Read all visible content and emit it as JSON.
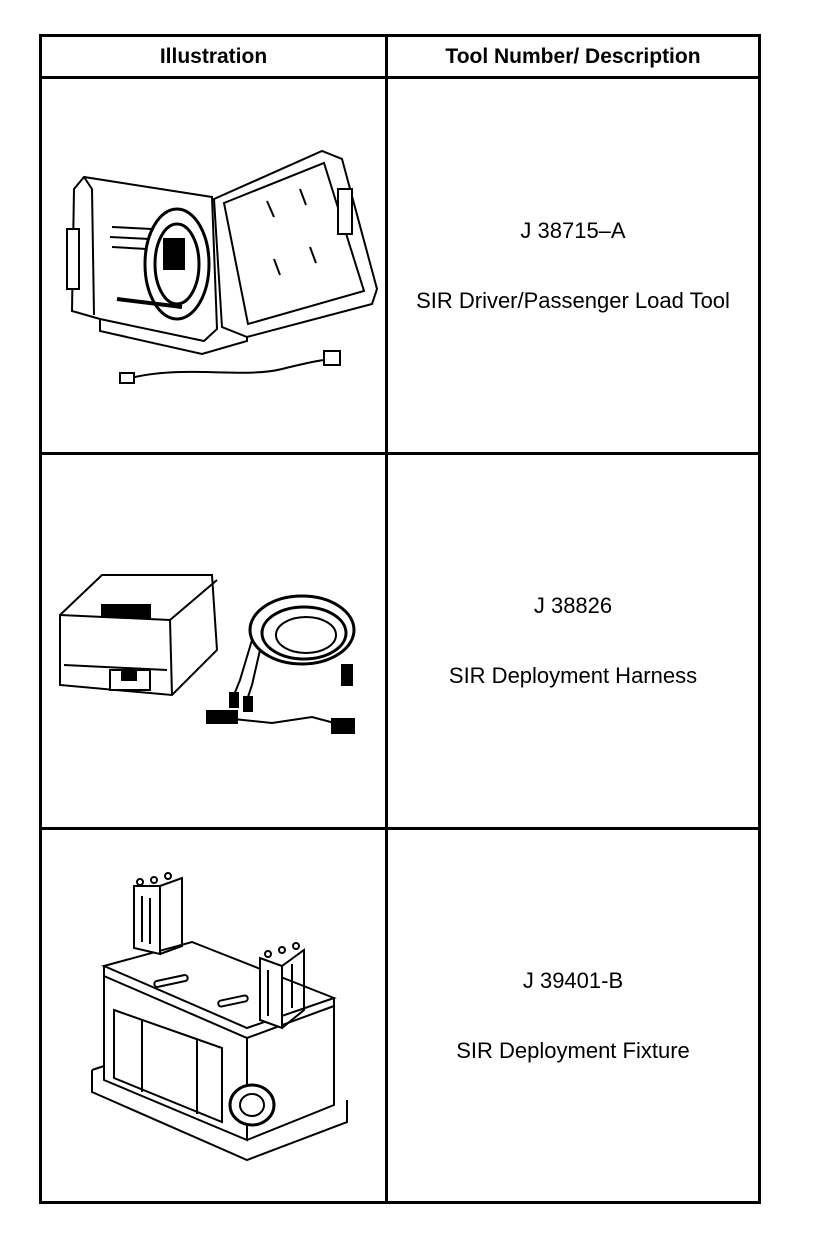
{
  "table": {
    "headers": {
      "illustration": "Illustration",
      "tool_description": "Tool Number/ Description"
    },
    "rows": [
      {
        "tool_number": "J 38715–A",
        "description": "SIR Driver/Passenger Load Tool",
        "illustration_icon": "load-tool-case-illustration"
      },
      {
        "tool_number": "J 38826",
        "description": "SIR Deployment Harness",
        "illustration_icon": "deployment-harness-illustration"
      },
      {
        "tool_number": "J 39401-B",
        "description": "SIR Deployment Fixture",
        "illustration_icon": "deployment-fixture-illustration"
      }
    ]
  }
}
